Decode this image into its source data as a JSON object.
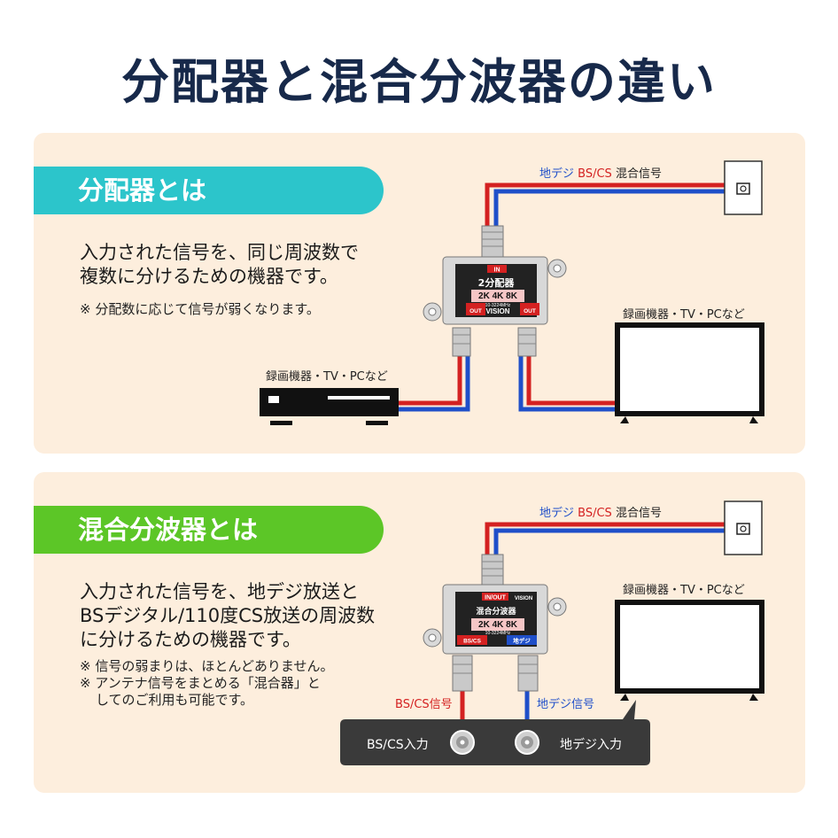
{
  "title": "分配器と混合分波器の違い",
  "splitter": {
    "heading": "分配器とは",
    "description": [
      "入力された信号を、同じ周波数で",
      "複数に分けるための機器です。"
    ],
    "note": "※ 分配数に応じて信号が弱くなります。",
    "signal_label": {
      "digital": "地デジ",
      "bscs": "BS/CS",
      "mixed": "混合信号"
    },
    "device_labels": {
      "tv": "録画機器・TV・PCなど",
      "recorder": "録画機器・TV・PCなど"
    },
    "device_text": {
      "in": "IN",
      "name": "2分配器",
      "spec": "2K 4K 8K",
      "freq": "10-3224MHz",
      "out_left": "OUT",
      "out_right": "OUT",
      "brand": "VISION"
    }
  },
  "diplexer": {
    "heading": "混合分波器とは",
    "description": [
      "入力された信号を、地デジ放送と",
      "BSデジタル/110度CS放送の周波数",
      "に分けるための機器です。"
    ],
    "notes": [
      "※ 信号の弱まりは、ほとんどありません。",
      "※ アンテナ信号をまとめる「混合器」と",
      "してのご利用も可能です。"
    ],
    "signal_label": {
      "digital": "地デジ",
      "bscs": "BS/CS",
      "mixed": "混合信号"
    },
    "device_labels": {
      "tv": "録画機器・TV・PCなど"
    },
    "device_text": {
      "in": "IN/OUT",
      "brand": "VISION",
      "name": "混合分波器",
      "spec": "2K 4K 8K",
      "freq": "10-3224MHz",
      "out_left": "BS/CS",
      "out_right": "地デジ"
    },
    "cable_labels": {
      "bscs": "BS/CS信号",
      "digital": "地デジ信号"
    },
    "input_box": {
      "bscs": "BS/CS入力",
      "digital": "地デジ入力"
    }
  },
  "colors": {
    "red": "#d42121",
    "blue": "#1f4fc9",
    "teal": "#2cc5cb",
    "green": "#5cc627",
    "navy": "#17294a",
    "panel": "#fdeedd"
  }
}
